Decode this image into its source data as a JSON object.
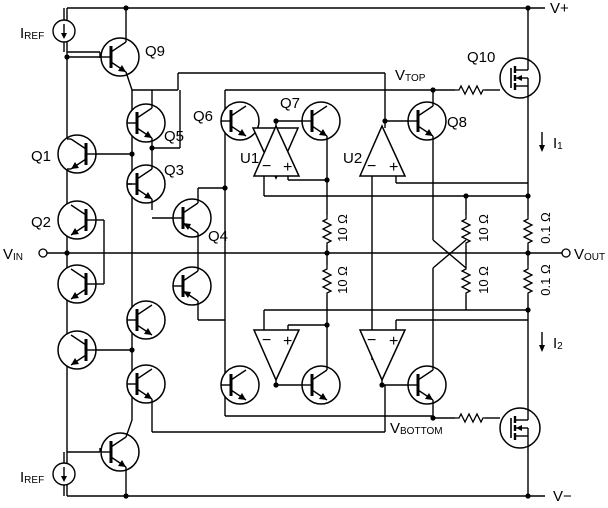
{
  "rails": {
    "vplus": "V+",
    "vminus": "V−"
  },
  "nodes": {
    "vin_main": "V",
    "vin_sub": "IN",
    "vout_main": "V",
    "vout_sub": "OUT",
    "vtop_main": "V",
    "vtop_sub": "TOP",
    "vbottom_main": "V",
    "vbottom_sub": "BOTTOM",
    "iref_top_main": "I",
    "iref_top_sub": "REF",
    "iref_bot_main": "I",
    "iref_bot_sub": "REF",
    "i1_main": "I",
    "i1_sub": "1",
    "i2_main": "I",
    "i2_sub": "2"
  },
  "transistors": {
    "q1": "Q1",
    "q2": "Q2",
    "q3": "Q3",
    "q4": "Q4",
    "q5": "Q5",
    "q6": "Q6",
    "q7": "Q7",
    "q8": "Q8",
    "q9": "Q9",
    "q10": "Q10"
  },
  "opamps": {
    "u1": "U1",
    "u2": "U2"
  },
  "resistors": {
    "r_10_a": "10 Ω",
    "r_10_b": "10 Ω",
    "r_10_c": "10 Ω",
    "r_10_d": "10 Ω",
    "r_01_a": "0.1 Ω",
    "r_01_b": "0.1 Ω"
  },
  "symbols": {
    "minus": "−",
    "plus": "+"
  }
}
